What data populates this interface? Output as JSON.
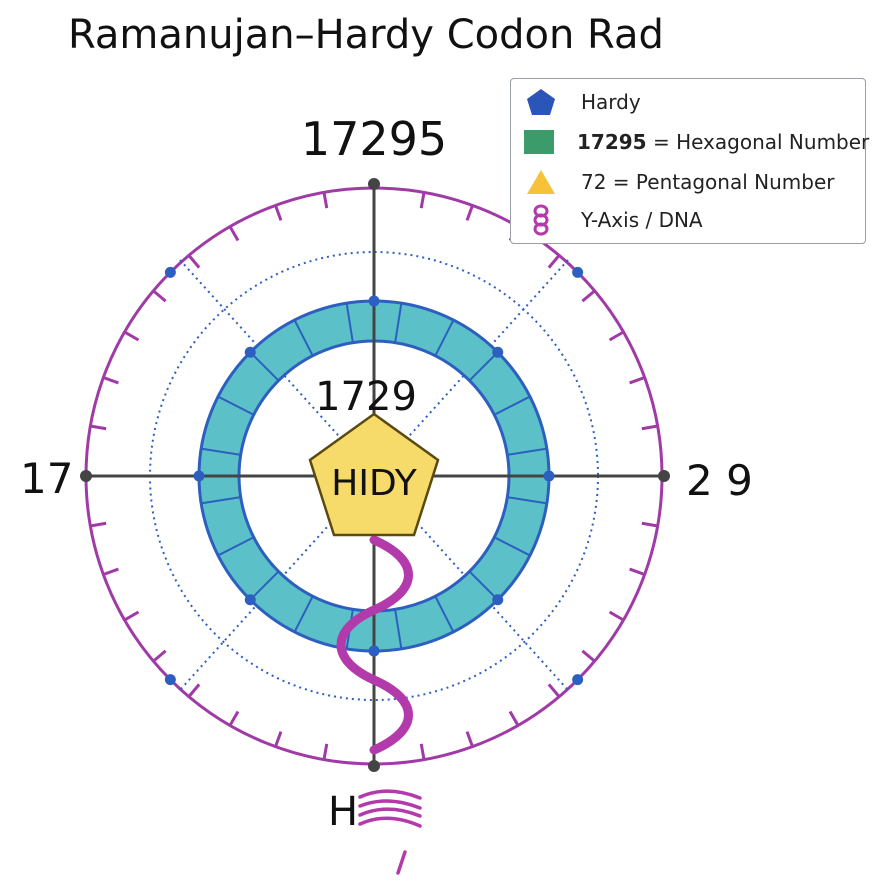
{
  "title": "Ramanujan–Hardy Codon Rad",
  "labels": {
    "top": "17295",
    "left": "17",
    "right": "2 9",
    "bottom": "H",
    "inner": "1729",
    "center": "HIDY"
  },
  "legend": {
    "items": [
      {
        "icon": "blue-pentagon-icon",
        "strong": "",
        "text": "Hardy"
      },
      {
        "icon": "green-square-icon",
        "strong": "17295",
        "text": " = Hexagonal Number"
      },
      {
        "icon": "yellow-triangle-icon",
        "strong": "",
        "text": "72 = Pentagonal Number"
      },
      {
        "icon": "dna-helix-icon",
        "strong": "",
        "text": "Y-Axis / DNA"
      }
    ]
  },
  "colors": {
    "outer_ring": "#a03aa6",
    "band_fill": "#5bc0c8",
    "band_stroke": "#2c5fbf",
    "pentagon_fill": "#f6db6a",
    "dot_blue": "#2c5fbf",
    "dna": "#b23aaa",
    "axis": "#444444",
    "legend_pentagon": "#2b55b8",
    "legend_square": "#3c9b6b",
    "legend_triangle": "#f7c23a"
  }
}
